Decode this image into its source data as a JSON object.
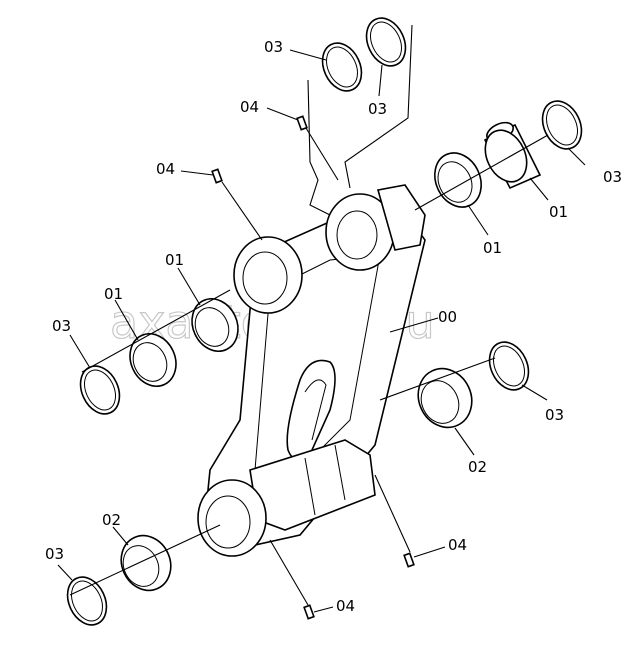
{
  "watermark": "axautopiter.ru",
  "labels": {
    "l00": "00",
    "l01_a": "01",
    "l01_b": "01",
    "l01_c": "01",
    "l01_d": "01",
    "l02_a": "02",
    "l02_b": "02",
    "l03_a": "03",
    "l03_b": "03",
    "l03_c": "03",
    "l03_d": "03",
    "l03_e": "03",
    "l03_f": "03",
    "l04_a": "04",
    "l04_b": "04",
    "l04_c": "04",
    "l04_d": "04"
  }
}
